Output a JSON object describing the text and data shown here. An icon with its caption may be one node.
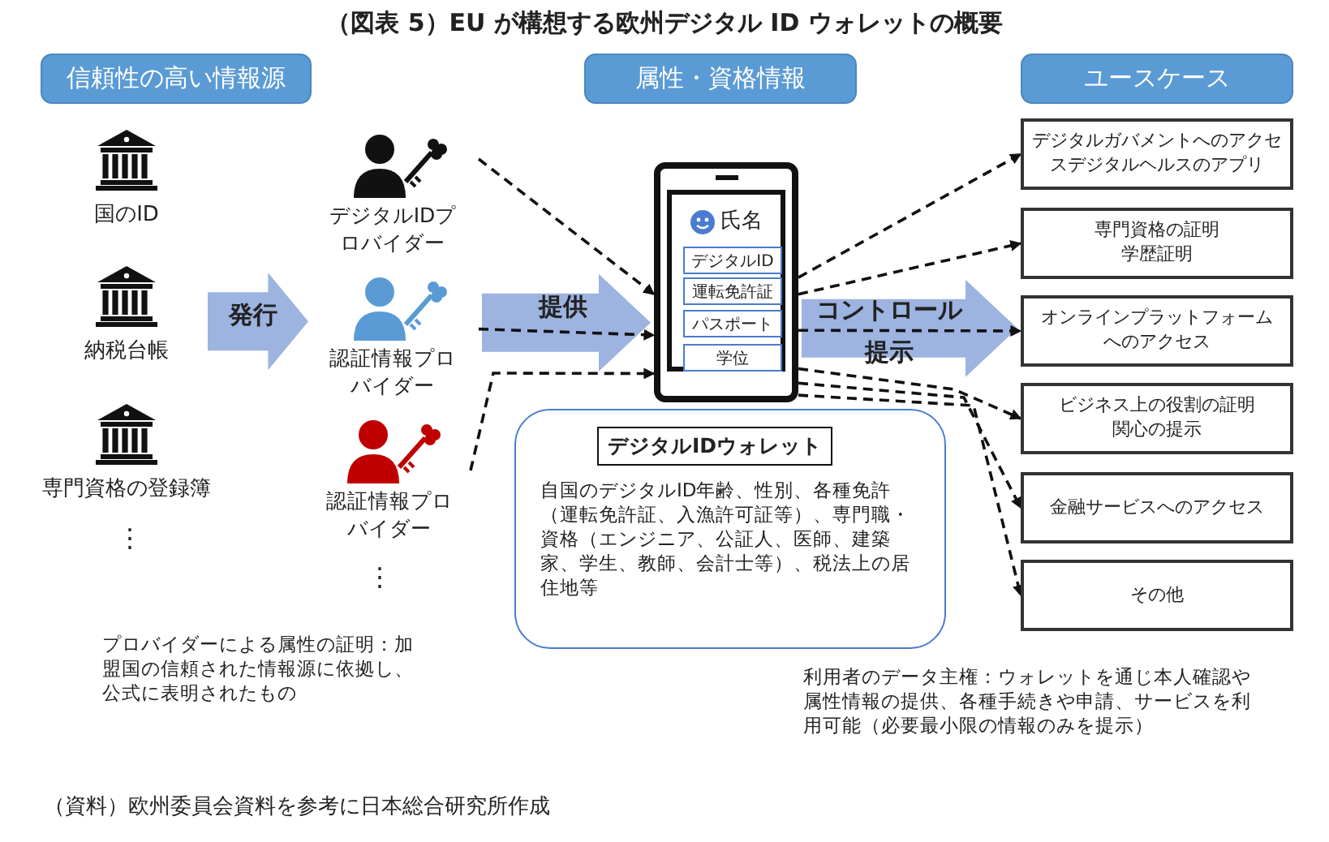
{
  "diagram": {
    "title": "（図表 5）EU が構想する欧州デジタル ID ウォレットの概要",
    "caption": "（資料）欧州委員会資料を参考に日本総合研究所作成",
    "nodes": [
      {
        "text": [
          "信頼性の高い情報源"
        ]
      },
      {
        "text": [
          "属性・資格情報"
        ]
      },
      {
        "text": [
          "ユースケース"
        ]
      },
      {
        "text": [
          "国のID"
        ]
      },
      {
        "text": [
          "納税台帳"
        ]
      },
      {
        "text": [
          "専門資格の登録簿"
        ]
      },
      {
        "text": [
          "デジタルIDプロバイダー"
        ]
      },
      {
        "text": [
          "認証情報プロバイダー"
        ]
      },
      {
        "text": [
          "認証情報プロバイダー"
        ]
      },
      {
        "text": [
          "氏名"
        ]
      },
      {
        "text": [
          "デジタルID"
        ],
        "in": 9
      },
      {
        "text": [
          "運転免許証"
        ],
        "in": 9
      },
      {
        "text": [
          "パスポート"
        ],
        "in": 9
      },
      {
        "text": [
          "学位"
        ],
        "in": 9
      },
      {
        "text": [
          "デジタルIDウォレット",
          "自国のデジタルID年齢、性別、各種免許（運転免許証、入漁許可証等）、専門職・資格（エンジニア、公証人、医師、建築家、学生、教師、会計士等）、税法上の居住地等"
        ]
      },
      {
        "text": [
          "デジタルガバメントへのアクセスデジタルヘルスのアプリ"
        ]
      },
      {
        "text": [
          "専門資格の証明学歴証明"
        ]
      },
      {
        "text": [
          "オンラインプラットフォームへのアクセス"
        ]
      },
      {
        "text": [
          "ビジネス上の役割の証明関心の提示"
        ]
      },
      {
        "text": [
          "金融サービスへのアクセス"
        ]
      },
      {
        "text": [
          "その他"
        ]
      }
    ],
    "edges": [
      {
        "from": 4,
        "to": 7,
        "arrow": "to",
        "label": "発行",
        "style": "thick",
        "color": "#9db3e0"
      },
      {
        "from": 7,
        "to": 9,
        "arrow": "to",
        "label": "提供",
        "style": "thick",
        "color": "#9db3e0"
      },
      {
        "from": 9,
        "to": 17,
        "arrow": "to",
        "label": "コントロール提示",
        "style": "thick",
        "color": "#9db3e0"
      },
      {
        "from": 6,
        "to": 9,
        "arrow": "to",
        "style": "dashed"
      },
      {
        "from": 7,
        "to": 9,
        "arrow": "to",
        "style": "dashed"
      },
      {
        "from": 8,
        "to": 9,
        "arrow": "to",
        "style": "dashed"
      },
      {
        "from": 9,
        "to": 15,
        "arrow": "to",
        "style": "dashed"
      },
      {
        "from": 9,
        "to": 16,
        "arrow": "to",
        "style": "dashed"
      },
      {
        "from": 9,
        "to": 17,
        "arrow": "to",
        "style": "dashed"
      },
      {
        "from": 9,
        "to": 18,
        "arrow": "to",
        "style": "dashed"
      },
      {
        "from": 9,
        "to": 19,
        "arrow": "to",
        "style": "dashed"
      },
      {
        "from": 9,
        "to": 20,
        "arrow": "to",
        "style": "dashed"
      }
    ],
    "labels": [
      "⋮",
      "⋮",
      "プロバイダーによる属性の証明：加盟国の信頼された情報源に依拠し、公式に表明されたもの",
      "利用者のデータ主権：ウォレットを通じ本人確認や属性情報の提供、各種手続きや申請、サービスを利用可能（必要最小限の情報のみを提示）"
    ]
  }
}
